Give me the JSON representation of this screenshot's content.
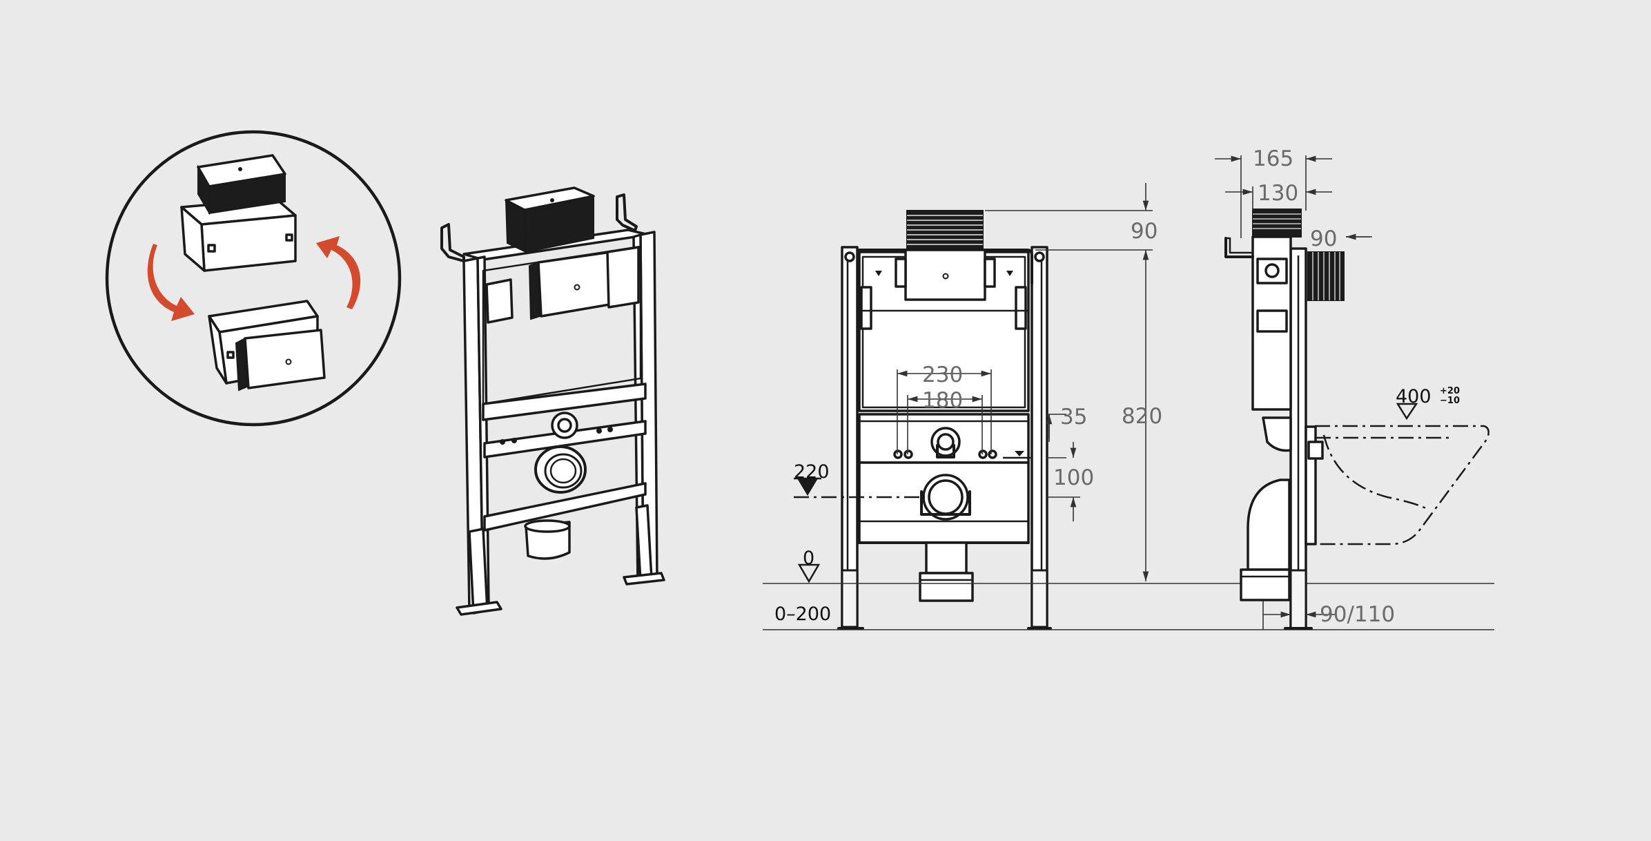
{
  "dimensions": {
    "top_offset": "90",
    "frame_height": "820",
    "spacing_outer": "230",
    "spacing_inner": "180",
    "gap_35": "35",
    "gap_100": "100",
    "level_220": "220",
    "floor_level": "0",
    "leg_range": "0–200",
    "depth_165": "165",
    "depth_130": "130",
    "cistern_90": "90",
    "bowl_height": "400",
    "bowl_tol_plus": "+20",
    "bowl_tol_minus": "−10",
    "wall_offset": "90/110"
  },
  "colors": {
    "background": "#eaeaea",
    "line": "#1a1a1a",
    "dimension_text": "#6a6a6a",
    "arrow_accent": "#d44a2c"
  },
  "icons": [
    "swap-arrows-icon",
    "level-marker-icon"
  ]
}
